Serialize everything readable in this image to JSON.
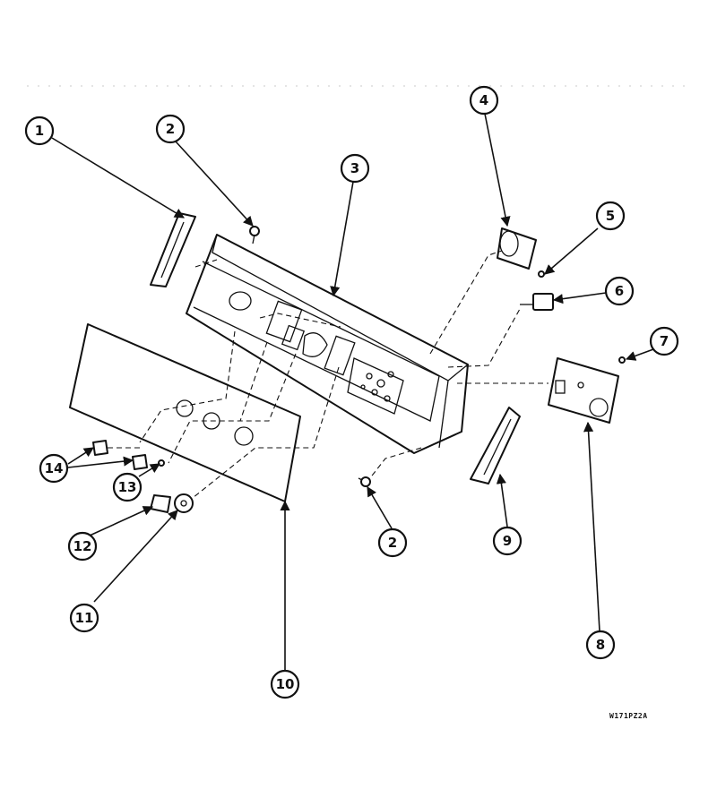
{
  "callouts": [
    {
      "label": "1"
    },
    {
      "label": "2"
    },
    {
      "label": "3"
    },
    {
      "label": "4"
    },
    {
      "label": "5"
    },
    {
      "label": "6"
    },
    {
      "label": "7"
    },
    {
      "label": "8"
    },
    {
      "label": "9"
    },
    {
      "label": "10"
    },
    {
      "label": "11"
    },
    {
      "label": "12"
    },
    {
      "label": "13"
    },
    {
      "label": "14"
    },
    {
      "label": "2"
    }
  ],
  "diagram_code": "W171PZ2A",
  "colors": {
    "ink": "#111111",
    "paper": "#ffffff"
  }
}
